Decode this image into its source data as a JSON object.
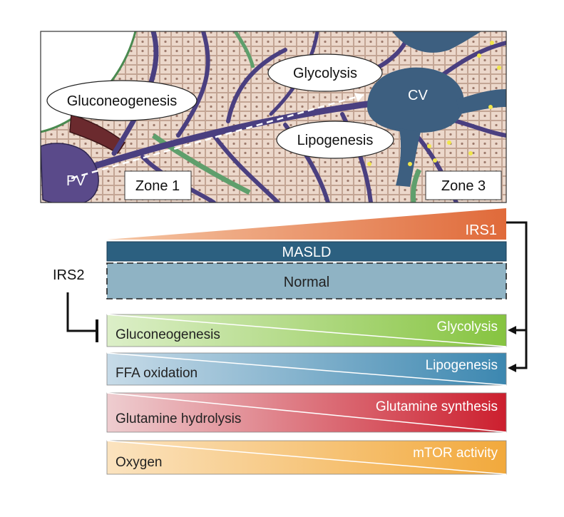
{
  "illustration": {
    "labels": {
      "pv": "PV",
      "cv": "CV",
      "zone1": "Zone 1",
      "zone3": "Zone 3"
    },
    "pathways": {
      "gluconeogenesis": "Gluconeogenesis",
      "glycolysis": "Glycolysis",
      "lipogenesis": "Lipogenesis"
    }
  },
  "regulators": {
    "irs1": "IRS1",
    "irs2": "IRS2"
  },
  "conditions": {
    "masld": "MASLD",
    "normal": "Normal"
  },
  "gradients": [
    {
      "left": "Gluconeogenesis",
      "right": "Glycolysis",
      "color_left": "#dcefc8",
      "color_right": "#86c440"
    },
    {
      "left": "FFA oxidation",
      "right": "Lipogenesis",
      "color_left": "#c7dbe8",
      "color_right": "#3c87b0"
    },
    {
      "left": "Glutamine hydrolysis",
      "right": "Glutamine synthesis",
      "color_left": "#eecdd0",
      "color_right": "#cc1f2e"
    },
    {
      "left": "Oxygen",
      "right": "mTOR activity",
      "color_left": "#fbe3bf",
      "color_right": "#f2a93c"
    }
  ],
  "colors": {
    "irs1_wedge": "#e06a3a",
    "masld_bar": "#2c6080",
    "normal_bar": "#8fb3c4",
    "portal_vein": "#5a4a8a",
    "central_vein": "#3d5f80",
    "hepatocyte": "#e9d5c8"
  }
}
